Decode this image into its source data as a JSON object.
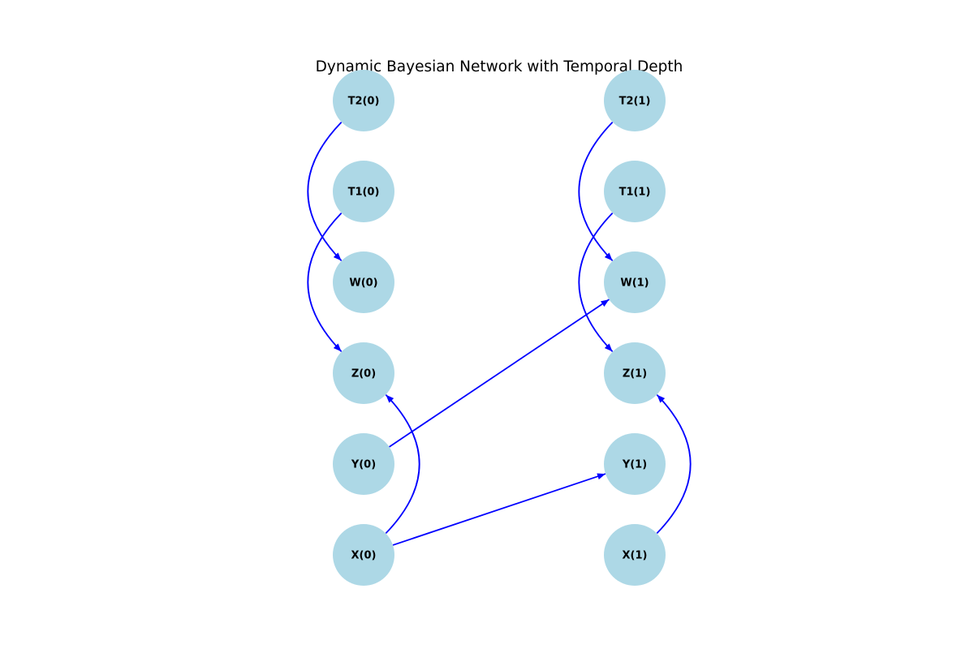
{
  "title": "Dynamic Bayesian Network with Temporal Depth",
  "colors": {
    "node_fill": "#add8e6",
    "edge_stroke": "#0000ff",
    "title_text": "#000000",
    "background": "#ffffff"
  },
  "nodes": [
    {
      "id": "T2_0",
      "label": "T2(0)"
    },
    {
      "id": "T1_0",
      "label": "T1(0)"
    },
    {
      "id": "W_0",
      "label": "W(0)"
    },
    {
      "id": "Z_0",
      "label": "Z(0)"
    },
    {
      "id": "Y_0",
      "label": "Y(0)"
    },
    {
      "id": "X_0",
      "label": "X(0)"
    },
    {
      "id": "T2_1",
      "label": "T2(1)"
    },
    {
      "id": "T1_1",
      "label": "T1(1)"
    },
    {
      "id": "W_1",
      "label": "W(1)"
    },
    {
      "id": "Z_1",
      "label": "Z(1)"
    },
    {
      "id": "Y_1",
      "label": "Y(1)"
    },
    {
      "id": "X_1",
      "label": "X(1)"
    }
  ],
  "edges": [
    {
      "from": "T2_0",
      "to": "W_0"
    },
    {
      "from": "T1_0",
      "to": "Z_0"
    },
    {
      "from": "X_0",
      "to": "Z_0"
    },
    {
      "from": "Y_0",
      "to": "W_1"
    },
    {
      "from": "X_0",
      "to": "Y_1"
    },
    {
      "from": "T2_1",
      "to": "W_1"
    },
    {
      "from": "T1_1",
      "to": "Z_1"
    },
    {
      "from": "X_1",
      "to": "Z_1"
    }
  ]
}
